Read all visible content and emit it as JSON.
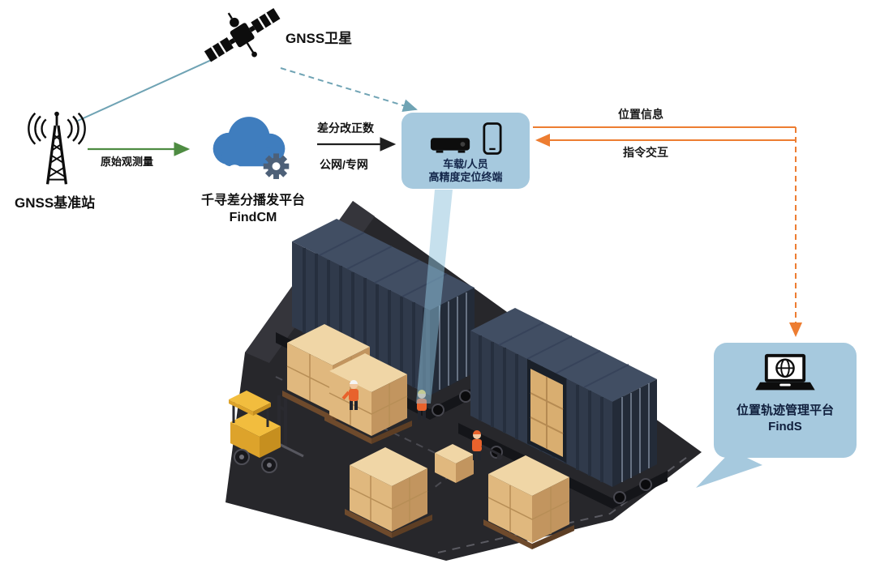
{
  "diagram": {
    "satellite": {
      "label": "GNSS卫星"
    },
    "base_station": {
      "label": "GNSS基准站"
    },
    "cloud_platform": {
      "name": "千寻差分播发平台",
      "product": "FindCM"
    },
    "terminal_bubble": {
      "line1": "车载/人员",
      "line2": "高精度定位终端"
    },
    "management_bubble": {
      "name": "位置轨迹管理平台",
      "product": "FindS"
    },
    "links": {
      "raw_observation": "原始观测量",
      "diff_correction_line1": "差分改正数",
      "diff_correction_line2": "公网/专网",
      "position_info": "位置信息",
      "command_interaction": "指令交互"
    },
    "colors": {
      "bubble_bg": "#A6C9DE",
      "cloud_blue": "#3F7DBE",
      "gear_gray": "#4D6078",
      "link_teal": "#6FA3B4",
      "link_green": "#4E8C42",
      "link_black": "#1F1F1F",
      "link_orange": "#ED7D31",
      "beam_blue": "#8EC2DC"
    },
    "illustration": "container-yard-isometric"
  }
}
